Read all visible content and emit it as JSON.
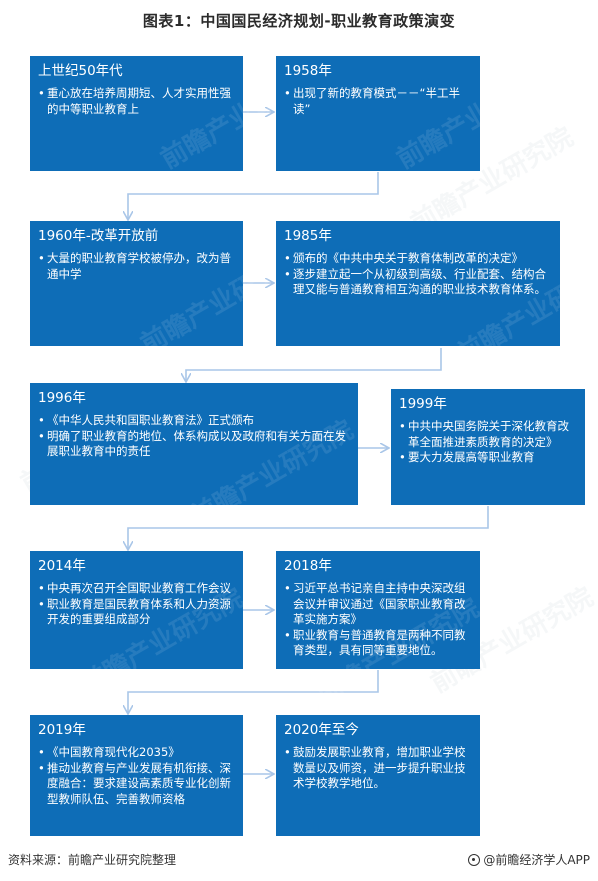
{
  "title": "图表1：中国国民经济规划-职业教育政策演变",
  "colors": {
    "box": "#0e6db7",
    "arrow": "#a9c6e8"
  },
  "watermark": "前瞻产业研究院",
  "boxes": [
    {
      "title": "上世纪50年代",
      "items": [
        "重心放在培养周期短、人才实用性强的中等职业教育上"
      ]
    },
    {
      "title": "1958年",
      "items": [
        "出现了新的教育模式－－“半工半读”"
      ]
    },
    {
      "title": "1960年-改革开放前",
      "items": [
        "大量的职业教育学校被停办，改为普通中学"
      ]
    },
    {
      "title": "1985年",
      "items": [
        "颁布的《中共中央关于教育体制改革的决定》",
        "逐步建立起一个从初级到高级、行业配套、结构合理又能与普通教育相互沟通的职业技术教育体系。"
      ]
    },
    {
      "title": "1996年",
      "items": [
        "《中华人民共和国职业教育法》正式颁布",
        "明确了职业教育的地位、体系构成以及政府和有关方面在发展职业教育中的责任"
      ]
    },
    {
      "title": "1999年",
      "items": [
        "中共中央国务院关于深化教育改革全面推进素质教育的决定》",
        "要大力发展高等职业教育"
      ]
    },
    {
      "title": "2014年",
      "items": [
        "中央再次召开全国职业教育工作会议",
        "职业教育是国民教育体系和人力资源开发的重要组成部分"
      ]
    },
    {
      "title": "2018年",
      "items": [
        "习近平总书记亲自主持中央深改组会议并审议通过《国家职业教育改革实施方案》",
        "职业教育与普通教育是两种不同教育类型，具有同等重要地位。"
      ]
    },
    {
      "title": "2019年",
      "items": [
        "《中国教育现代化2035》",
        "推动业教育与产业发展有机衔接、深度融合：要求建设高素质专业化创新型教师队伍、完善教师资格"
      ]
    },
    {
      "title": "2020年至今",
      "items": [
        "鼓励发展职业教育，增加职业学校数量以及师资，进一步提升职业技术学校教学地位。"
      ]
    }
  ],
  "footer": {
    "source": "资料来源：前瞻产业研究院整理",
    "brand": "@前瞻经济学人APP"
  }
}
